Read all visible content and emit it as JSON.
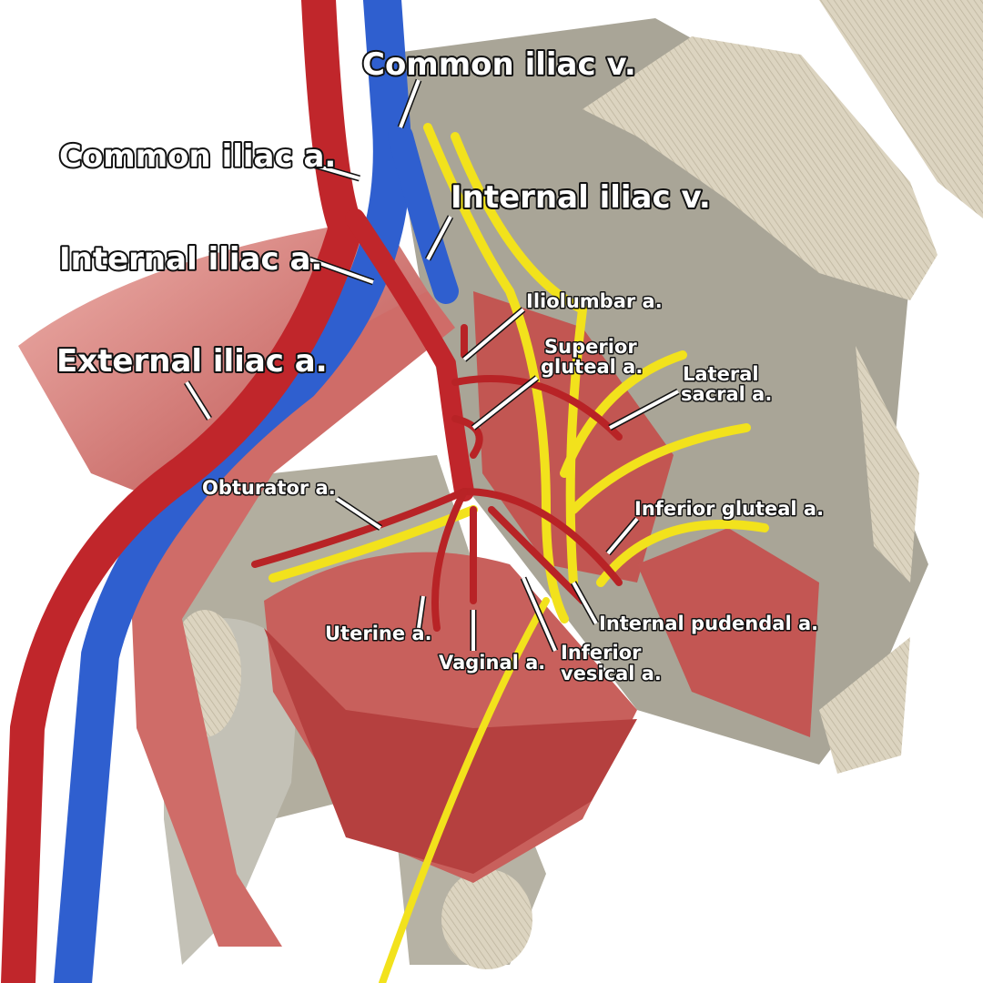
{
  "title": "Pelvic arteries anatomy",
  "colors": {
    "artery": "#c0262b",
    "vein": "#2f5fcf",
    "nerve": "#f2e21c",
    "muscle": "#c9605d",
    "bone": "#a9a597",
    "sacrum_cut": "#d9d1bd"
  },
  "labels": {
    "common_iliac_v": "Common iliac v.",
    "common_iliac_a": "Common iliac a.",
    "internal_iliac_v": "Internal iliac v.",
    "internal_iliac_a": "Internal iliac a.",
    "external_iliac_a": "External iliac a.",
    "iliolumbar_a": "Iliolumbar a.",
    "superior_gluteal_a_1": "Superior",
    "superior_gluteal_a_2": "gluteal a.",
    "lateral_sacral_a_1": "Lateral",
    "lateral_sacral_a_2": "sacral a.",
    "obturator_a": "Obturator a.",
    "inferior_gluteal_a": "Inferior gluteal a.",
    "internal_pudendal_a": "Internal pudendal a.",
    "uterine_a": "Uterine a.",
    "vaginal_a": "Vaginal a.",
    "inferior_vesical_a_1": "Inferior",
    "inferior_vesical_a_2": "vesical a."
  }
}
